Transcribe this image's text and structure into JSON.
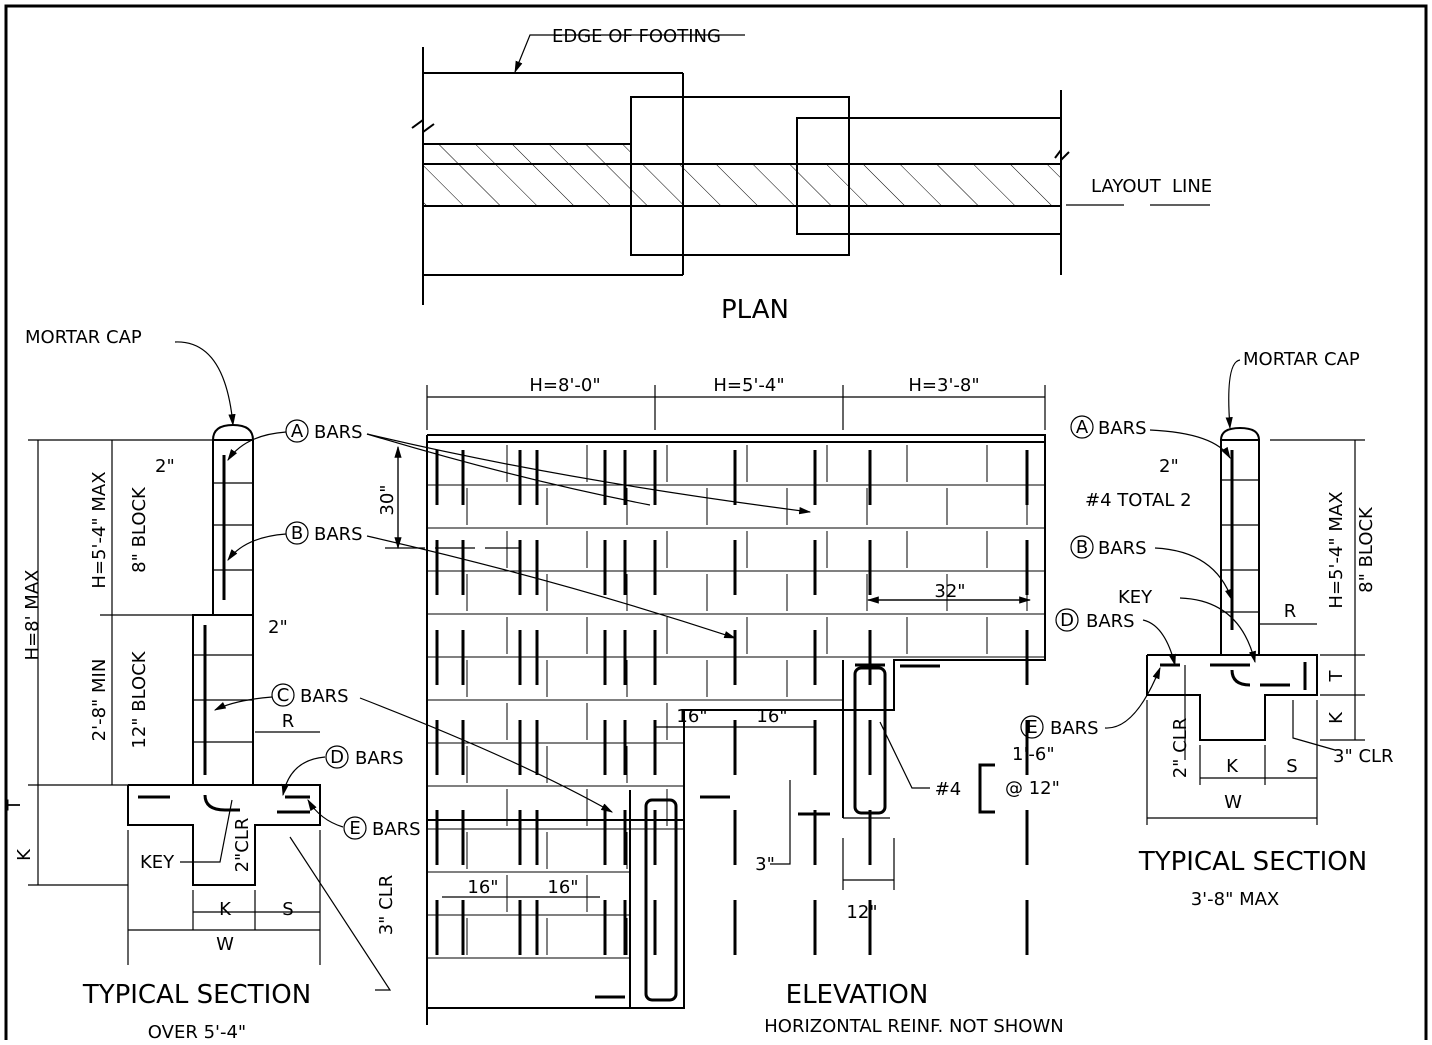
{
  "plan": {
    "title": "PLAN",
    "edge_of_footing": "EDGE OF FOOTING",
    "layout_line_1": "LAYOUT",
    "layout_line_2": "LINE"
  },
  "elevation": {
    "title": "ELEVATION",
    "note": "HORIZONTAL REINF. NOT SHOWN",
    "heights": [
      "H=8'-0\"",
      "H=5'-4\"",
      "H=3'-8\""
    ],
    "dim_30": "30\"",
    "dim_32": "32\"",
    "dim_16": "16\"",
    "dim_12": "12\"",
    "dim_3": "3\"",
    "bar_no4": "#4",
    "stirrup_1": "1'-6\"",
    "stirrup_2": "@ 12\""
  },
  "left_section": {
    "title": "TYPICAL SECTION",
    "subtitle": "OVER 5'-4\"",
    "mortar_cap": "MORTAR CAP",
    "h_max": "H=8' MAX",
    "h_upper": "H=5'-4\" MAX",
    "block8": "8\" BLOCK",
    "min_28": "2'-8\" MIN",
    "block12": "12\" BLOCK",
    "dim_2a": "2\"",
    "dim_2b": "2\"",
    "R": "R",
    "T": "T",
    "K": "K",
    "S": "S",
    "W": "W",
    "key": "KEY",
    "clr2": "2\"CLR",
    "clr3": "3\" CLR"
  },
  "right_section": {
    "title": "TYPICAL SECTION",
    "subtitle": "3'-8\" MAX",
    "mortar_cap": "MORTAR CAP",
    "h_upper": "H=5'-4\" MAX",
    "block8": "8\" BLOCK",
    "dim_2": "2\"",
    "total": "#4  TOTAL 2",
    "key": "KEY",
    "R": "R",
    "T": "T",
    "K": "K",
    "S": "S",
    "W": "W",
    "clr2": "2\" CLR",
    "clr3": "3\" CLR"
  },
  "bars": {
    "A": "A",
    "B": "B",
    "C": "C",
    "D": "D",
    "E": "E",
    "label": "BARS"
  }
}
